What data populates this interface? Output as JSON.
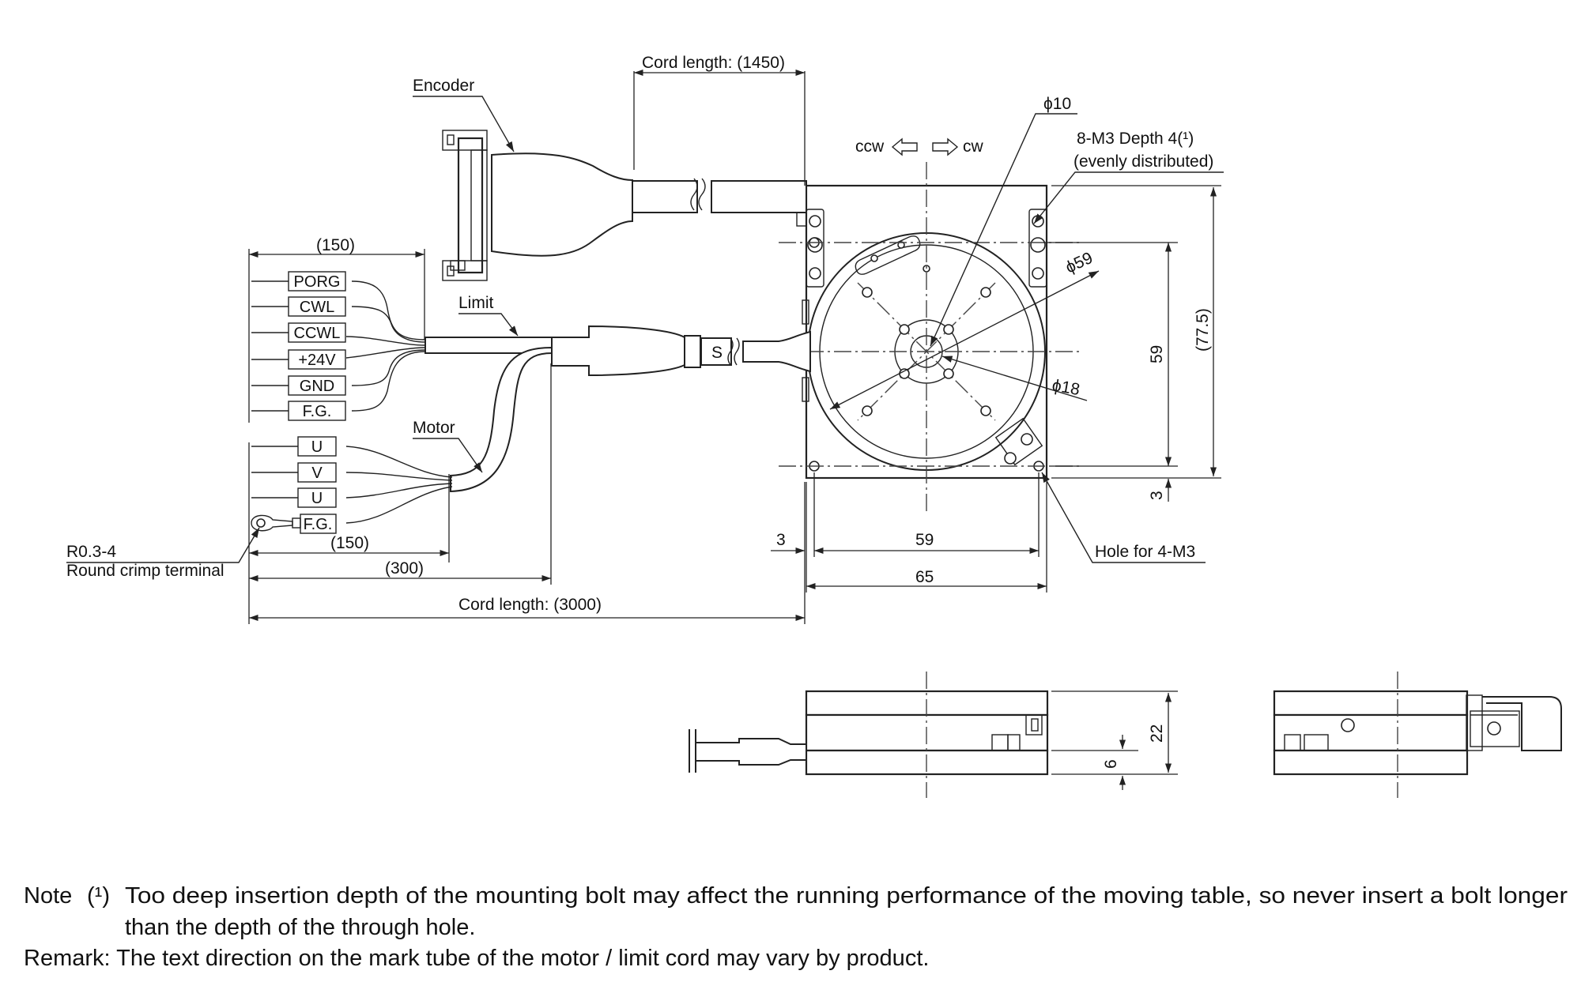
{
  "labels": {
    "encoder": "Encoder",
    "limit": "Limit",
    "motor": "Motor",
    "cord_length_1450": "Cord length: (1450)",
    "cord_length_3000": "Cord length: (3000)",
    "phi10": "ϕ10",
    "phi59": "ϕ59",
    "phi18": "ϕ18",
    "m3_line1": "8-M3 Depth 4(¹)",
    "m3_line2": "(evenly distributed)",
    "ccw": "ccw",
    "cw": "cw",
    "hole_4m3": "Hole for 4-M3",
    "crimp_line1": "R0.3-4",
    "crimp_line2": "Round crimp terminal",
    "shield": "S"
  },
  "limit_wires": [
    "PORG",
    "CWL",
    "CCWL",
    "+24V",
    "GND",
    "F.G."
  ],
  "motor_wires": [
    "U",
    "V",
    "U",
    "F.G."
  ],
  "dimensions": {
    "d150_top": "(150)",
    "d150_bottom": "(150)",
    "d300": "(300)",
    "d59_horizontal": "59",
    "d65": "65",
    "d3_left": "3",
    "d59_vertical": "59",
    "d77_5": "(77.5)",
    "d3_right": "3",
    "d22": "22",
    "d6": "6"
  },
  "notes": {
    "note_prefix": "Note",
    "note_mark": "(¹)",
    "note_line1": "Too deep insertion depth of the mounting bolt may affect the running performance of the moving table, so never insert a bolt longer",
    "note_line2": "than the depth of the through hole.",
    "remark": "Remark: The text direction on the mark tube of the motor / limit cord may vary by product."
  }
}
